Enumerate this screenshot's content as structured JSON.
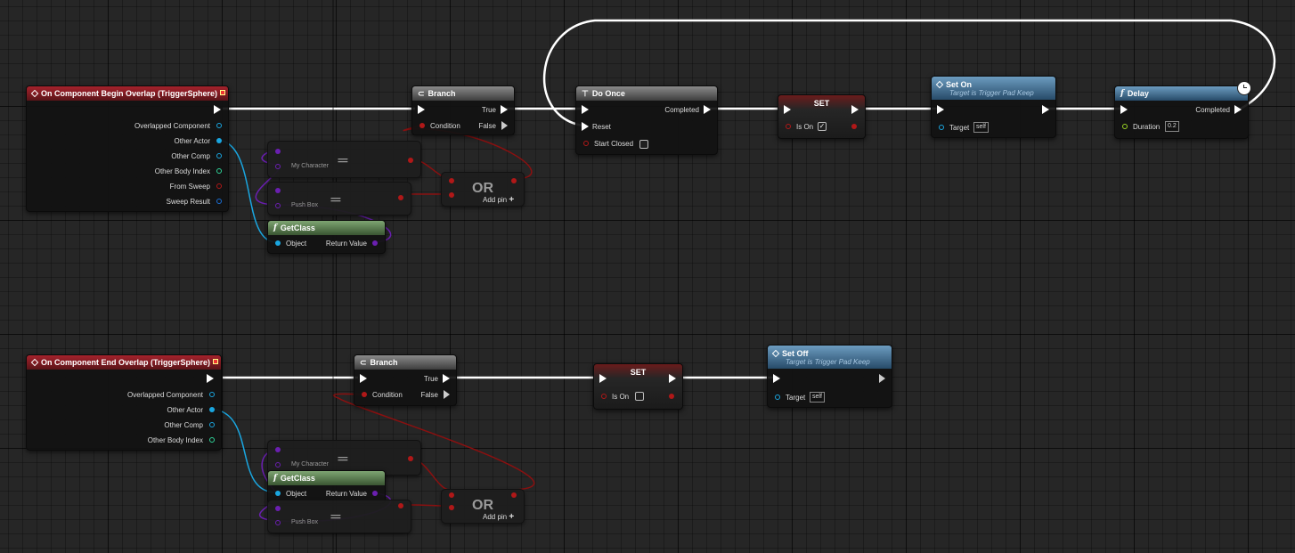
{
  "nodes": {
    "begin_overlap": {
      "title": "On Component Begin Overlap (TriggerSphere)",
      "pins": [
        "Overlapped Component",
        "Other Actor",
        "Other Comp",
        "Other Body Index",
        "From Sweep",
        "Sweep Result"
      ]
    },
    "end_overlap": {
      "title": "On Component End Overlap (TriggerSphere)",
      "pins": [
        "Overlapped Component",
        "Other Actor",
        "Other Comp",
        "Other Body Index"
      ]
    },
    "branch1": {
      "title": "Branch",
      "condition": "Condition",
      "true": "True",
      "false": "False"
    },
    "branch2": {
      "title": "Branch",
      "condition": "Condition",
      "true": "True",
      "false": "False"
    },
    "do_once": {
      "title": "Do Once",
      "reset": "Reset",
      "start_closed": "Start Closed",
      "completed": "Completed"
    },
    "set1": {
      "title": "SET",
      "is_on": "Is On"
    },
    "set2": {
      "title": "SET",
      "is_on": "Is On"
    },
    "set_on": {
      "title": "Set On",
      "subtitle": "Target is Trigger Pad Keep",
      "target": "Target",
      "target_value": "self"
    },
    "set_off": {
      "title": "Set Off",
      "subtitle": "Target is Trigger Pad Keep",
      "target": "Target",
      "target_value": "self"
    },
    "delay": {
      "title": "Delay",
      "duration": "Duration",
      "duration_value": "0.2",
      "completed": "Completed"
    },
    "getclass1": {
      "title": "GetClass",
      "object": "Object",
      "return_value": "Return Value"
    },
    "getclass2": {
      "title": "GetClass",
      "object": "Object",
      "return_value": "Return Value"
    },
    "eq_top_1": {
      "label": "My Character",
      "op": "=="
    },
    "eq_bottom_1": {
      "label": "Push Box",
      "op": "=="
    },
    "eq_top_2": {
      "label": "My Character",
      "op": "=="
    },
    "eq_bottom_2": {
      "label": "Push Box",
      "op": "=="
    },
    "or1": {
      "title": "OR",
      "add_pin": "Add pin"
    },
    "or2": {
      "title": "OR",
      "add_pin": "Add pin"
    }
  },
  "colors": {
    "exec_wire": "#ffffff",
    "bool_wire": "#8a1010",
    "object_wire": "#1aa6e0",
    "class_wire": "#6a1fb0",
    "event_header": "#a5222c",
    "function_header": "#4a80a8",
    "pure_header": "#6e9a63"
  },
  "icons": {
    "event": "event-diamond-icon",
    "branch": "branch-icon",
    "function": "function-icon",
    "delay_latent": "clock-icon"
  }
}
